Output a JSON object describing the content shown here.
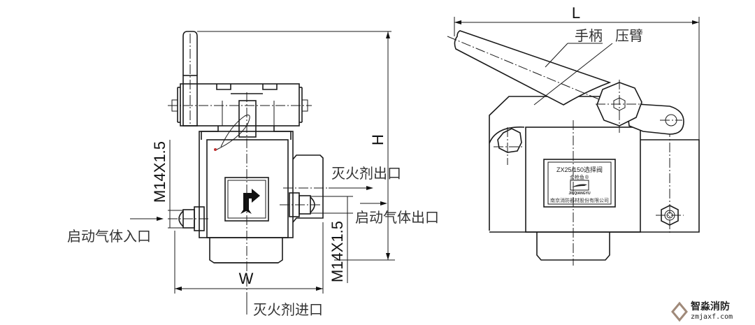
{
  "drawing": {
    "title": "ZX25/150 选择阀 外形尺寸图",
    "front_view": {
      "dimension_labels": {
        "width": "W",
        "height": "H",
        "thread_left": "M14X1.5",
        "thread_right": "M14X1.5"
      },
      "callouts": {
        "agent_outlet": "灭火剂出口",
        "gas_outlet": "启动气体出口",
        "gas_inlet": "启动气体入口",
        "agent_inlet": "灭火剂进口"
      }
    },
    "side_view": {
      "dimension_labels": {
        "length": "L"
      },
      "callouts": {
        "handle": "手柄",
        "press_arm": "压臂"
      },
      "nameplate": {
        "model": "ZX25/150选择阀",
        "brand_cn": "金枪鱼®",
        "brand_en": "JINQIANGYU",
        "company": "南京消防器材股份有限公司"
      }
    }
  },
  "watermark": {
    "name_cn": "智淼消防",
    "url": "zmjaxf.com"
  }
}
